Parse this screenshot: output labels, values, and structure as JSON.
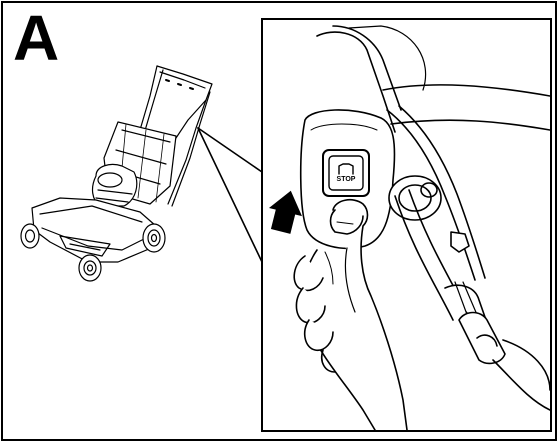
{
  "panel": {
    "letter": "A"
  },
  "button": {
    "label": "STOP"
  },
  "colors": {
    "line": "#000000",
    "background": "#ffffff",
    "arrow": "#000000"
  },
  "icons": [
    "lawn-mower-illustration",
    "push-arrow-icon",
    "stop-button-icon",
    "hand-illustration"
  ]
}
